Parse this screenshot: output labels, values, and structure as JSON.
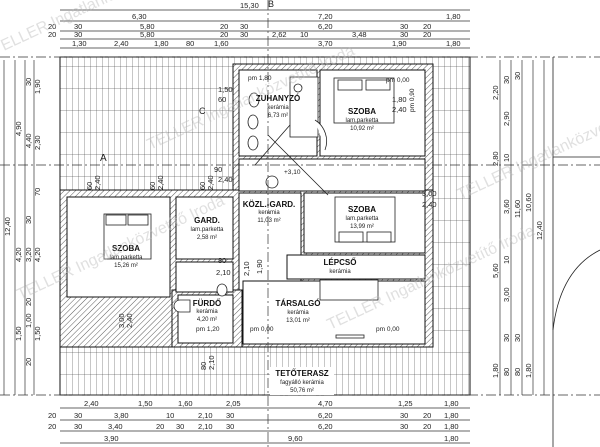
{
  "plan": {
    "watermark": "TELLER Ingatlanközvetítő Iroda",
    "axes": {
      "a": "A",
      "b": "B",
      "c": "C"
    },
    "level": "+3,10",
    "rooms": [
      {
        "name": "ZUHANYZÓ",
        "floor": "kerámia",
        "area": "6,73 m²"
      },
      {
        "name": "SZOBA",
        "floor": "lam.parketta",
        "area": "10,92 m²"
      },
      {
        "name": "KÖZL.-GARD.",
        "floor": "kerámia",
        "area": "11,03 m²"
      },
      {
        "name": "SZOBA",
        "floor": "lam.parketta",
        "area": "13,99 m²"
      },
      {
        "name": "GARD.",
        "floor": "lam.parketta",
        "area": "2,58 m²"
      },
      {
        "name": "SZOBA",
        "floor": "lam.parketta",
        "area": "15,26 m²"
      },
      {
        "name": "LÉPCSŐ",
        "floor": "kerámia",
        "area": ""
      },
      {
        "name": "FÜRDŐ",
        "floor": "kerámia",
        "area": "4,20 m²"
      },
      {
        "name": "TÁRSALGÓ",
        "floor": "kerámia",
        "area": "13,01 m²"
      },
      {
        "name": "TETŐTERASZ",
        "floor": "fagyálló kerámia",
        "area": "50,76 m²"
      }
    ],
    "parapets": [
      "pm 1,80",
      "pm 0,00",
      "pm 0,90",
      "pm 1,20",
      "pm 0,00",
      "pm 0,00"
    ]
  },
  "dims": {
    "top": [
      [
        "15,30"
      ],
      [
        "6,30",
        "7,20",
        "1,80"
      ],
      [
        "20",
        "30",
        "5,80",
        "20",
        "30",
        "6,20",
        "30",
        "20"
      ],
      [
        "20",
        "30",
        "5,80",
        "20",
        "30",
        "2,62",
        "10",
        "3,48",
        "30",
        "20"
      ],
      [
        "1,30",
        "2,40",
        "1,80",
        "80",
        "1,60",
        "3,70",
        "1,90",
        "1,80"
      ]
    ],
    "bottom": [
      [
        "2,40",
        "1,50",
        "1,60",
        "2,05",
        "4,70",
        "1,25",
        "1,80"
      ],
      [
        "20",
        "30",
        "3,80",
        "10",
        "2,10",
        "30",
        "6,20",
        "30",
        "20",
        "1,80"
      ],
      [
        "20",
        "30",
        "3,40",
        "20",
        "30",
        "2,10",
        "30",
        "6,20",
        "30",
        "20",
        "1,80"
      ],
      [
        "3,90",
        "9,60",
        "1,80"
      ]
    ],
    "left": [
      [
        "12,40"
      ],
      [
        "4,90",
        "4,20",
        "1,50"
      ],
      [
        "30",
        "4,40",
        "30",
        "3,20",
        "20",
        "1,00",
        "20"
      ],
      [
        "1,90",
        "2,30",
        "70",
        "4,20",
        "1,50"
      ]
    ],
    "right": [
      [
        "2,20",
        "2,80",
        "5,60",
        "1,80"
      ],
      [
        "30",
        "2,90",
        "10",
        "3,60",
        "10",
        "3,00",
        "30",
        "80"
      ],
      [
        "30",
        "11,60",
        "30",
        "80"
      ],
      [
        "10,60",
        "1,80"
      ],
      [
        "12,40"
      ]
    ],
    "inner": [
      "1,50",
      "60",
      "90",
      "2,40",
      "60",
      "2,40",
      "60",
      "2,40",
      "60",
      "2,40",
      "3,00",
      "2,40",
      "1,80",
      "2,40",
      "2,10",
      "80",
      "1,90",
      "2,10",
      "3,00",
      "2,40",
      "2,10",
      "80"
    ]
  }
}
